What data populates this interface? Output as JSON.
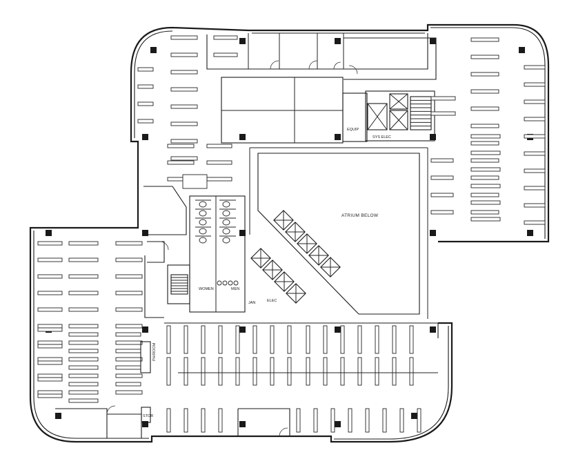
{
  "floorplan": {
    "labels": {
      "atrium": "ATRIUM BELOW",
      "equip": "EQUIP",
      "systems": "SYS ELEC",
      "women": "WOMEN",
      "men": "MEN",
      "jan": "JAN",
      "elec": "ELEC",
      "phone": "PH/ROOM",
      "storage": "STOR"
    }
  }
}
